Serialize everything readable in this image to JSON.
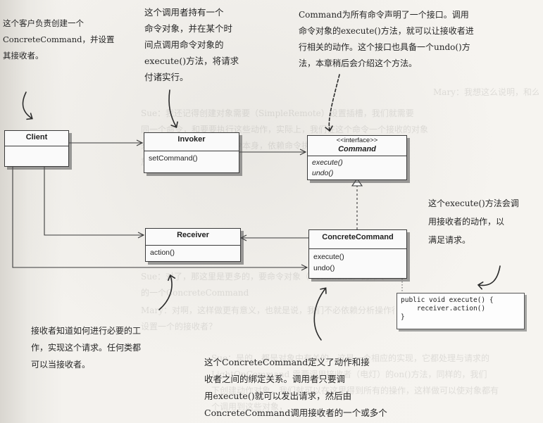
{
  "diagram": {
    "client": {
      "name": "Client"
    },
    "invoker": {
      "name": "Invoker",
      "methods": [
        "setCommand()"
      ]
    },
    "command": {
      "stereotype": "<<interface>>",
      "name": "Command",
      "methods": [
        "execute()",
        "undo()"
      ]
    },
    "receiver": {
      "name": "Receiver",
      "methods": [
        "action()"
      ]
    },
    "concrete": {
      "name": "ConcreteCommand",
      "methods": [
        "execute()",
        "undo()"
      ]
    },
    "code": {
      "lines": [
        "public void execute() {",
        "    receiver.action()",
        "}"
      ]
    }
  },
  "annotations": {
    "client_note": [
      "这个客户负责创建一个",
      "ConcreteCommand，并设置",
      "其接收者。"
    ],
    "invoker_note": [
      "这个调用者持有一个",
      "命令对象，并在某个时",
      "间点调用命令对象的",
      "execute()方法，将请求",
      "付诸实行。"
    ],
    "command_note": [
      "Command为所有命令声明了一个接口。调用",
      "命令对象的execute()方法，就可以让接收者进",
      "行相关的动作。这个接口也具备一个undo()方",
      "法，本章稍后会介绍这个方法。"
    ],
    "execute_note": [
      "这个execute()方法会调",
      "用接收者的动作，以",
      "满足请求。"
    ],
    "receiver_note": [
      "接收者知道如何进行必要的工",
      "作，实现这个请求。任何类都",
      "可以当接收者。"
    ],
    "concrete_note": [
      "这个ConcreteCommand定义了动作和接",
      "收者之间的绑定关系。调用者只要调",
      "用execute()就可以发出请求，然后由",
      "ConcreteCommand调用接收者的一个或多个"
    ]
  },
  "background_text": {
    "lines": [
      "Mary：我想这么说明，和么，在这从哪里开始？",
      "Sue：我还记得创建对象需要（SimpleRemote）设置插槽，我们就需要",
      "同一个命令，和要要执行这些动作，实际上，我们在这个命令一个接收的对象",
      "来了它们一起，一切，命令本身，依赖命令执行了，所以会一个",
      "放，想要，这样，",
      "Sue：对了，那这里是更多的，要命令对象（Command）的命令",
      "的一个ConcreteCommand",
      "Mary：对啊，这样做更有意义，也就是说，我们不必依赖分析操作行了，这是",
      "设置一个的接收者？",
      "Sue：是的，都是对象中有关的，这是一个相应的实现，它都处理与请求的",
      "LightOnCommand 需要调用接收者（电灯）的on()方法，同样的，我们",
      "下创建动作对象，我们就可以在这里得到所有的操作，这样做可以使对象都有",
      "个调用到这些对象，"
    ]
  }
}
